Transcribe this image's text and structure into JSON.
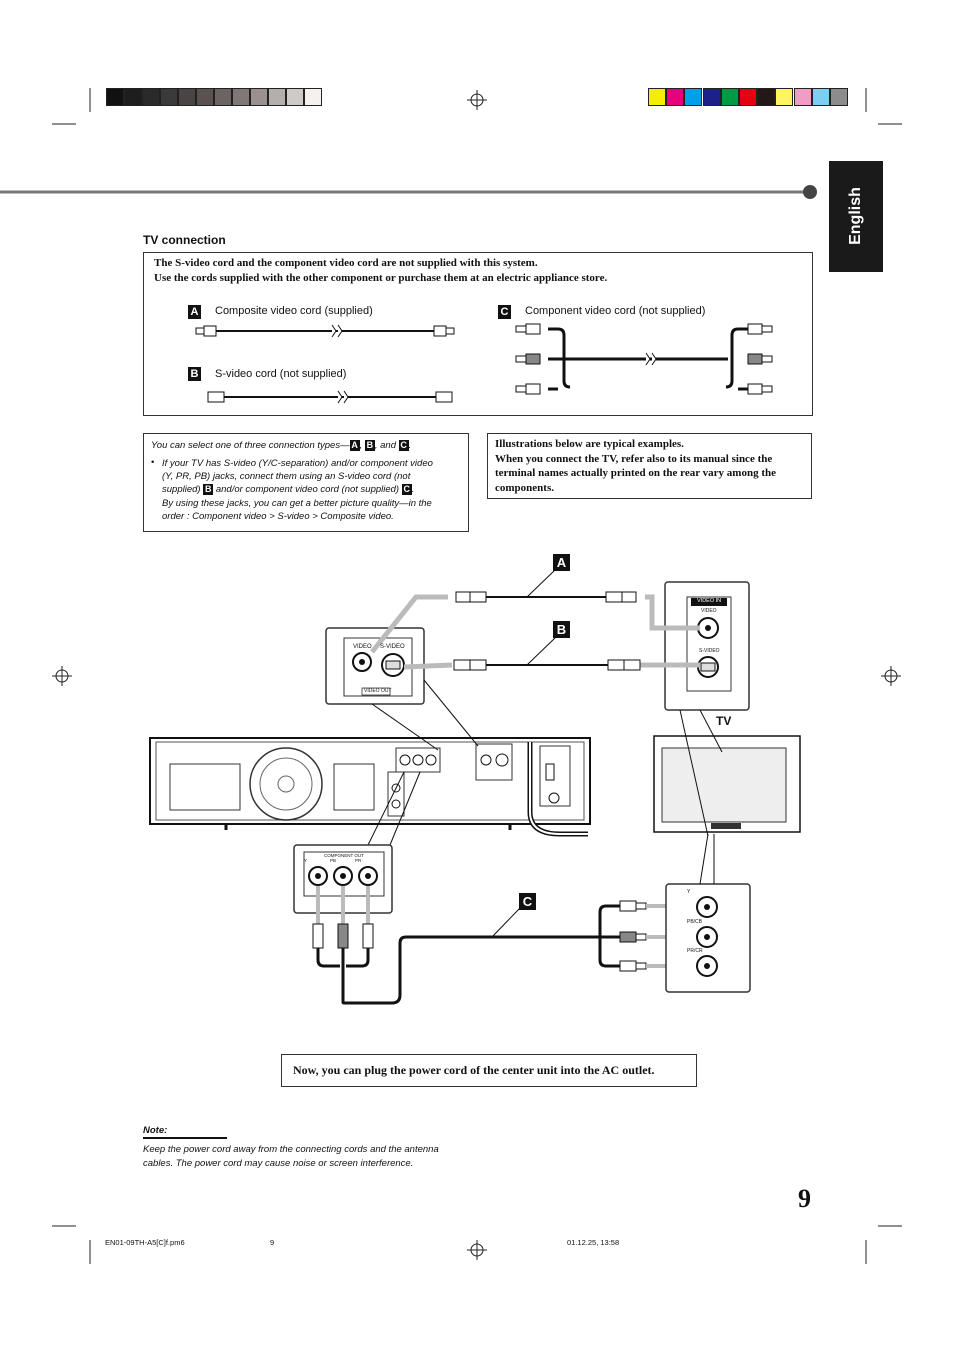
{
  "header": {
    "gray_swatches": [
      "#111111",
      "#1e1e1e",
      "#2a2a2a",
      "#3a3a3a",
      "#4a4444",
      "#5a5250",
      "#6c6462",
      "#807876",
      "#9a9090",
      "#b4aeac",
      "#cfcac8",
      "#f4f1ee"
    ],
    "color_swatches": [
      "#f4ef00",
      "#e6007e",
      "#00a0e9",
      "#1d2088",
      "#009944",
      "#e60012",
      "#231815",
      "#fff462",
      "#f09cc4",
      "#7ecef4",
      "#8c8c8c"
    ]
  },
  "language_tab": "English",
  "section_title": "TV connection",
  "cords_box": {
    "intro_line1": "The S-video cord and the component video cord are not supplied with this system.",
    "intro_line2": "Use the cords supplied with the other component or purchase them at an electric appliance store.",
    "a_tag": "A",
    "a_label": "Composite video cord (supplied)",
    "b_tag": "B",
    "b_label": "S-video cord (not supplied)",
    "c_tag": "C",
    "c_label": "Component video cord (not supplied)"
  },
  "select_note": {
    "line1_pre": "You can select one of three connection types—",
    "tag_a": "A",
    "sep1": ",",
    "tag_b": "B",
    "sep2": ", and",
    "tag_c": "C",
    "end": ".",
    "bullet": "•",
    "b1": "If your TV has S-video (Y/C-separation) and/or component video",
    "b2": "(Y, PR, PB) jacks, connect them using an S-video cord (not",
    "b3_pre": "supplied)",
    "b3_mid": "and/or component video cord (not supplied)",
    "b3_end": ".",
    "b4": "By using these jacks, you can get a better picture quality—in the",
    "b5": "order : Component video > S-video > Composite video."
  },
  "examples_note": {
    "line1": "Illustrations below are typical examples.",
    "line2": "When you connect the TV, refer also to its manual since the",
    "line3": "terminal names actually printed on the rear vary among the",
    "line4": "components."
  },
  "diagram": {
    "tag_a": "A",
    "tag_b": "B",
    "tag_c": "C",
    "tv_label": "TV",
    "unit_video": "VIDEO",
    "unit_svideo": "S-VIDEO",
    "unit_video_out": "VIDEO OUT",
    "tv_video_in": "VIDEO  IN",
    "tv_video": "VIDEO",
    "tv_svideo": "S-VIDEO",
    "comp_out": "COMPONENT OUT",
    "comp_y": "Y",
    "comp_pb": "PB",
    "comp_pr": "PR",
    "tv_y": "Y",
    "tv_pb": "PB/CB",
    "tv_pr": "PR/CR"
  },
  "power_notice": "Now, you can plug the power cord of the center unit into the AC outlet.",
  "note": {
    "title": "Note:",
    "line1": "Keep the power cord away from the connecting cords and the antenna",
    "line2": "cables. The power cord may cause noise or screen interference."
  },
  "page_number": "9",
  "footer": {
    "file": "EN01-09TH-A5[C]f.pm6",
    "page": "9",
    "date": "01.12.25, 13:58"
  }
}
